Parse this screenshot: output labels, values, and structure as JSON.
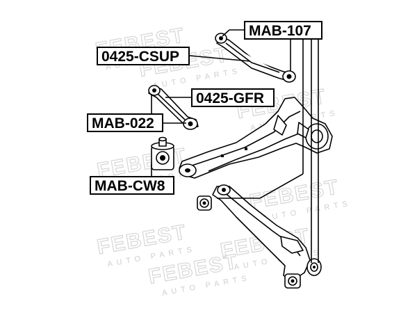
{
  "watermark": {
    "brand": "FEBEST",
    "sub": "AUTO PARTS"
  },
  "labels": [
    {
      "id": "mab-107",
      "text": "MAB-107"
    },
    {
      "id": "0425-csup",
      "text": "0425-CSUP"
    },
    {
      "id": "0425-gfr",
      "text": "0425-GFR"
    },
    {
      "id": "mab-022",
      "text": "MAB-022"
    },
    {
      "id": "mab-cw8",
      "text": "MAB-CW8"
    }
  ]
}
